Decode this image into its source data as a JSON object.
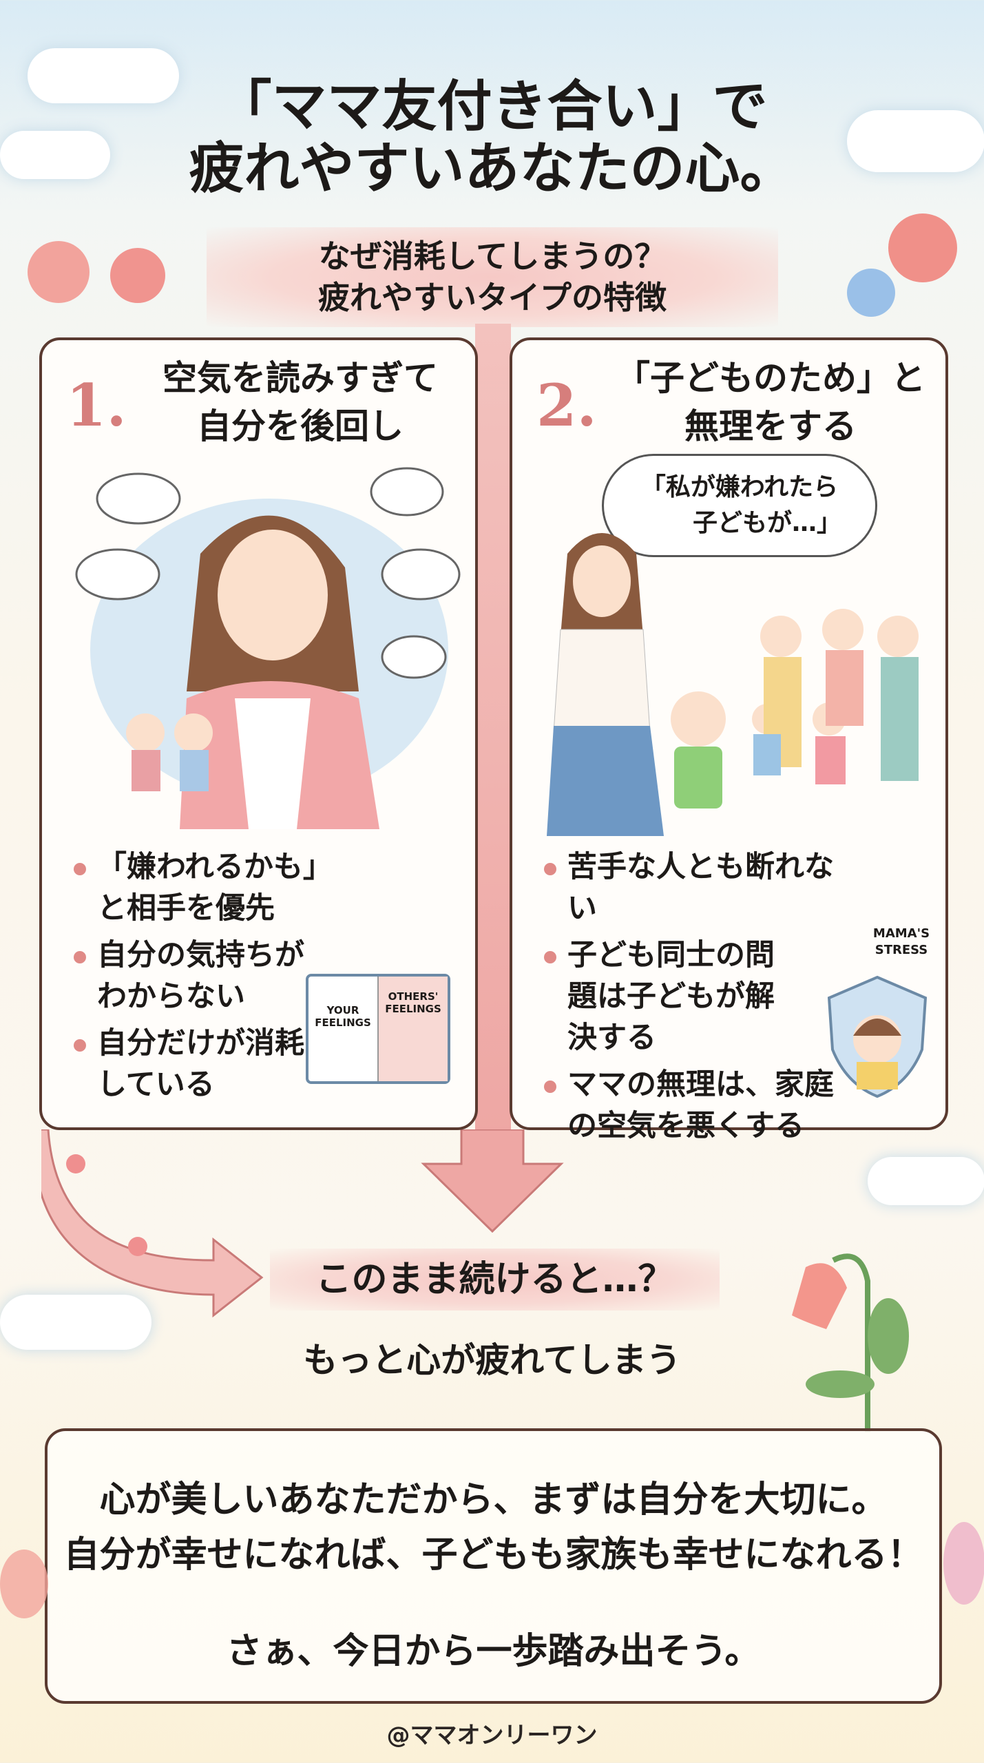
{
  "title": {
    "line1": "「ママ友付き合い」で",
    "line2": "疲れやすいあなたの心。"
  },
  "subtitle": {
    "line1": "なぜ消耗してしまうの？",
    "line2": "疲れやすいタイプの特徴"
  },
  "cards": [
    {
      "number": "1.",
      "heading1": "空気を読みすぎて",
      "heading2": "自分を後回し",
      "bullets": [
        "「嫌われるかも」と相手を優先",
        "自分の気持ちがわからない",
        "自分だけが消耗している"
      ],
      "book_left": "YOUR FEELINGS",
      "book_right": "OTHERS' FEELINGS"
    },
    {
      "number": "2.",
      "heading1": "「子どものため」と",
      "heading2": "無理をする",
      "thought1": "「私が嫌われたら",
      "thought2": "子どもが…」",
      "bullets": [
        "苦手な人とも断れない",
        "子ども同士の問題は子どもが解決する",
        "ママの無理は、家庭の空気を悪くする"
      ],
      "shield_label": "MAMA'S STRESS"
    }
  ],
  "continue": {
    "question": "このまま続けると…？",
    "result": "もっと心が疲れてしまう"
  },
  "message": {
    "line1": "心が美しいあなただから、まずは自分を大切に。",
    "line2": "自分が幸せになれば、子どもも家族も幸せになれる！",
    "line3": "さぁ、今日から一歩踏み出そう。"
  },
  "footer": "@ママオンリーワン",
  "colors": {
    "accent": "#d67e7c",
    "border": "#5a3a30",
    "band": "#f6c9c6"
  }
}
